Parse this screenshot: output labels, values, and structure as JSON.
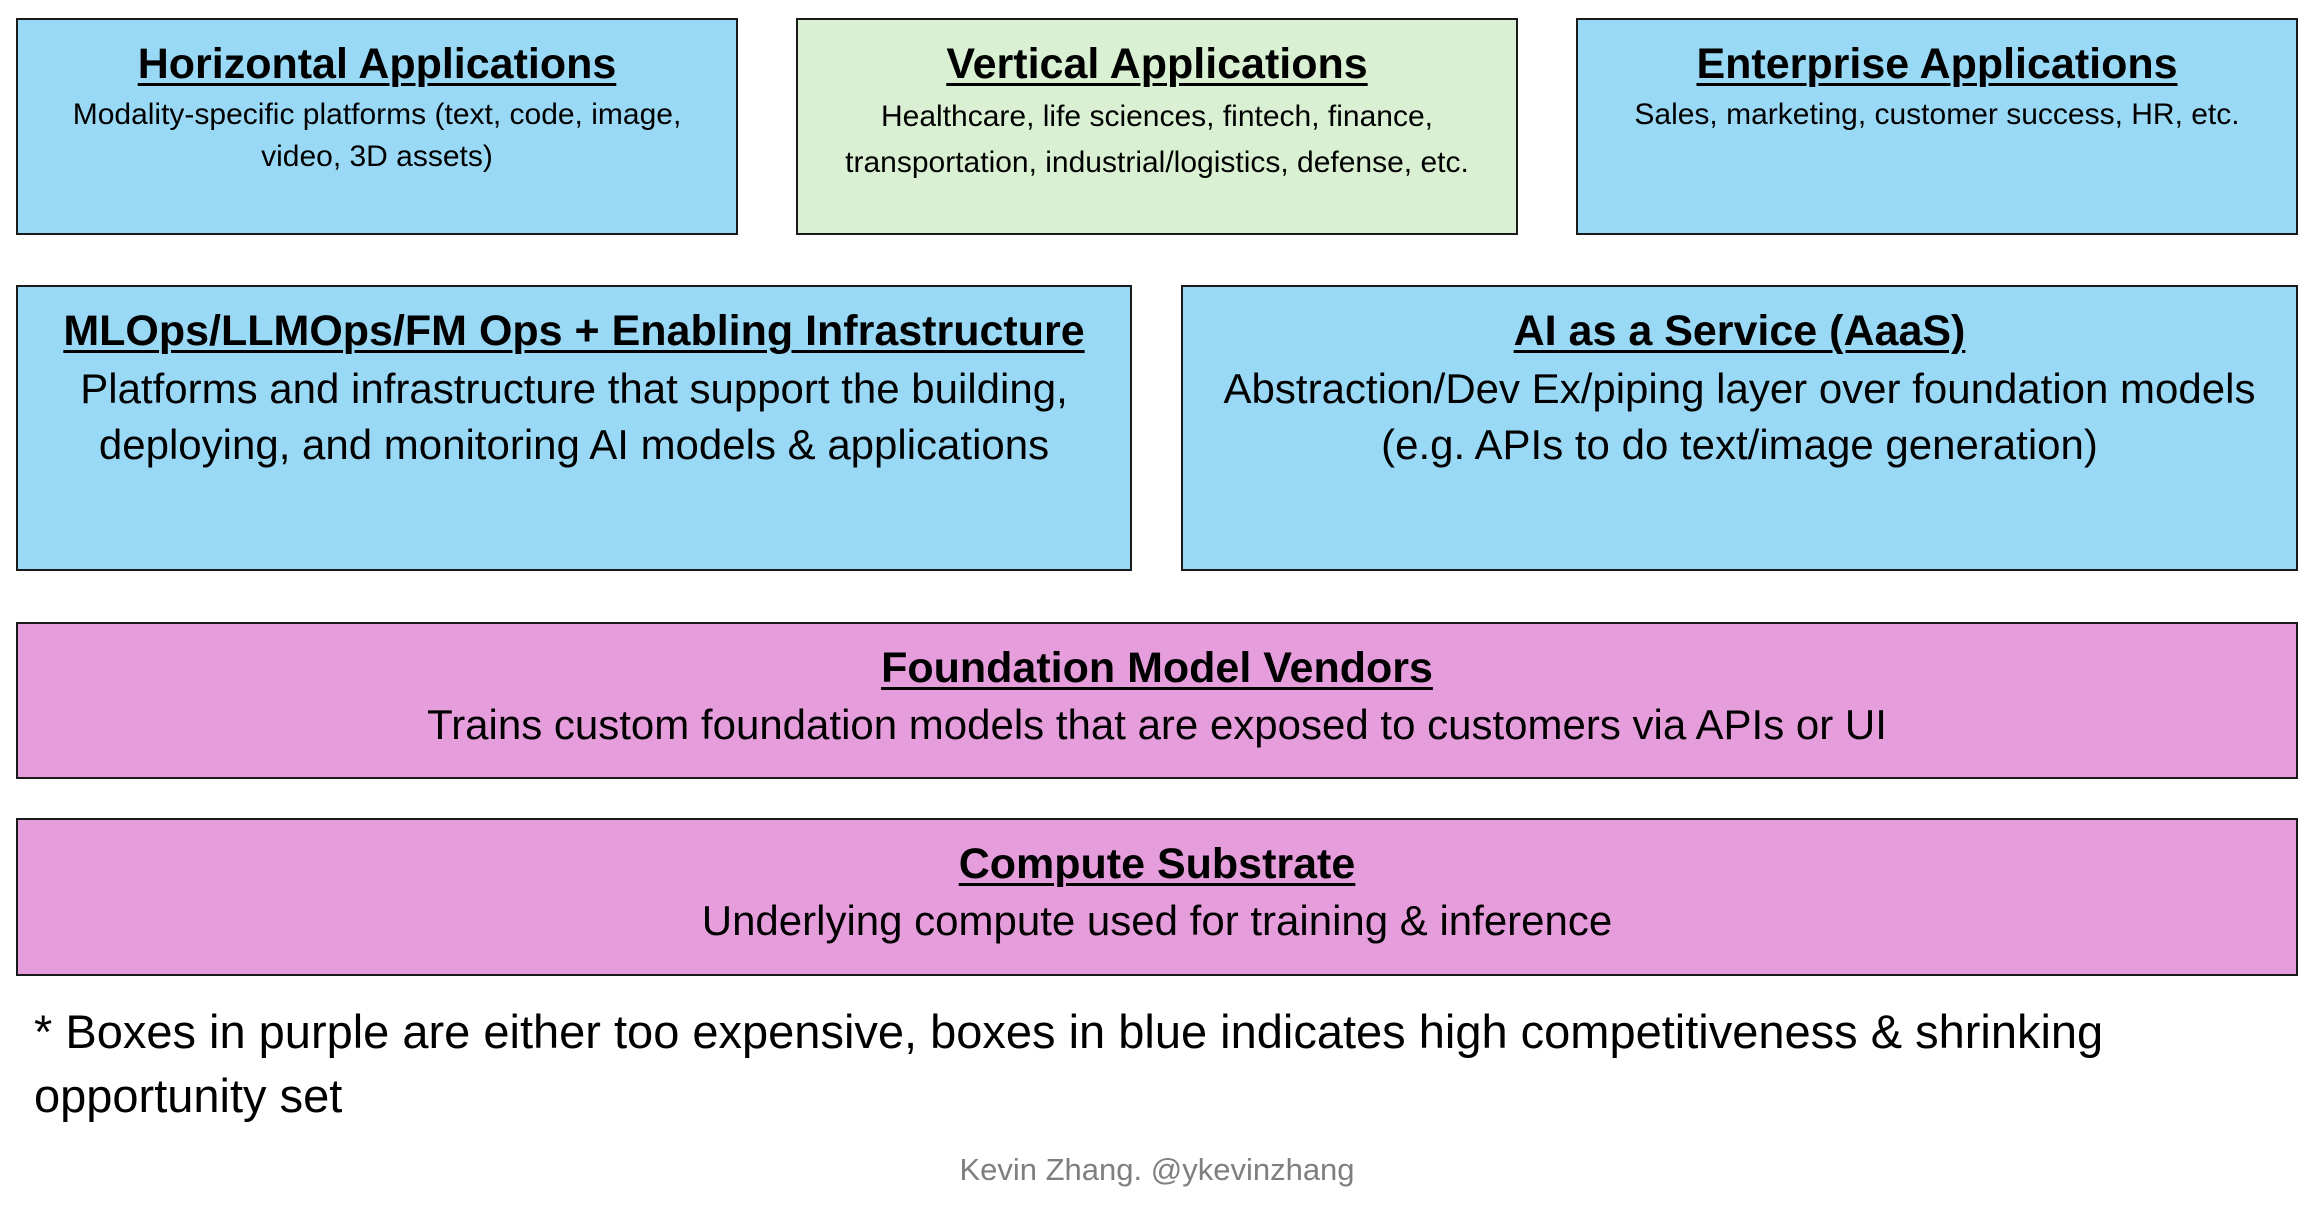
{
  "boxes": {
    "horizontal": {
      "title": "Horizontal Applications",
      "desc": "Modality-specific platforms (text, code, image, video, 3D assets)",
      "color": "#9ad9f5"
    },
    "vertical": {
      "title": "Vertical Applications",
      "desc": "Healthcare, life sciences, fintech, finance, transportation, industrial/logistics, defense, etc.",
      "color": "#d9f1d2"
    },
    "enterprise": {
      "title": "Enterprise Applications",
      "desc": "Sales, marketing, customer success, HR, etc.",
      "color": "#9ad9f5"
    },
    "mlops": {
      "title": "MLOps/LLMOps/FM Ops + Enabling Infrastructure",
      "desc": "Platforms and infrastructure that support the building, deploying, and monitoring AI models & applications",
      "color": "#9ad9f5"
    },
    "aaas": {
      "title": "AI as a Service (AaaS)",
      "desc": "Abstraction/Dev Ex/piping layer over foundation models (e.g. APIs to do text/image generation)",
      "color": "#9ad9f5"
    },
    "foundation": {
      "title": "Foundation Model Vendors",
      "desc": "Trains custom foundation models that are exposed to customers via APIs or UI",
      "color": "#e69ddc"
    },
    "compute": {
      "title": "Compute Substrate",
      "desc": "Underlying compute used for training & inference",
      "color": "#e69ddc"
    }
  },
  "footnote": "* Boxes in purple are either too expensive, boxes in blue indicates high competitiveness & shrinking opportunity set",
  "credit": "Kevin Zhang. @ykevinzhang"
}
